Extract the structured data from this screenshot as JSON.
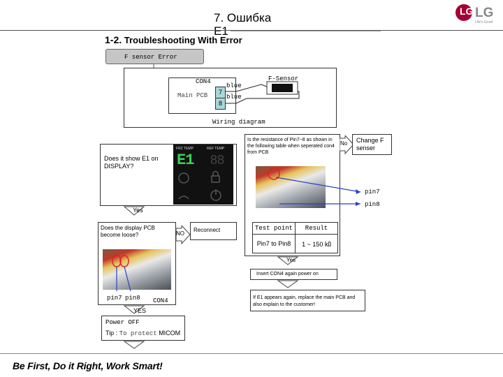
{
  "header": {
    "title": "7. Ошибка E1",
    "logo_circle": "LG",
    "logo_text": "LG",
    "logo_tagline": "Life's Good",
    "section_number": "1-2.",
    "section_title": "Troubleshooting With Error"
  },
  "error_label": "F sensor  Error",
  "wiring": {
    "con": "CON4",
    "main_pcb": "Main PCB",
    "pin7": "7",
    "pin8": "8",
    "wire1": "blue",
    "wire2": "blue",
    "sensor": "F-Sensor",
    "caption": "Wiring diagram"
  },
  "left_flow": {
    "q1": "Does it show E1 on DISPLAY?",
    "panel_frz": "FRZ TEMP",
    "panel_ref": "REF TEMP",
    "panel_code": "E1",
    "yes1": "Yes",
    "q2": "Does the display PCB become loose?",
    "no1": "NO",
    "reconnect": "Reconnect",
    "pin7": "pin7",
    "pin8": "pin8",
    "con4": "CON4",
    "yes2": "YES",
    "power_off": "Power OFF",
    "tip_label": "Tip : ",
    "tip_text": "To protect",
    "tip_micom": " MICOM"
  },
  "right_flow": {
    "q": "Is the resistance of Pin7~8 as shown in the following table when seperated con4 from PCB",
    "no": "No",
    "change": "Change F senser",
    "pin7": "pin7",
    "pin8": "pin8",
    "table_headers": [
      "Test point",
      "Result"
    ],
    "table_row": [
      "Pin7 to Pin8",
      "1 ~ 150 ㏀"
    ],
    "yes": "Yes",
    "insert": "Insert CON4 again power on",
    "final": "If E1 appears again, replace the main PCB and also explain to the customer!"
  },
  "footer": "Be First, Do it Right, Work Smart!",
  "colors": {
    "brand": "#a50034",
    "pin_box": "#a8d8d8",
    "arrow_blue": "#2a3fc8",
    "panel_green": "#39d353"
  },
  "icons": [
    "bell-icon",
    "lock-icon",
    "power-icon"
  ]
}
